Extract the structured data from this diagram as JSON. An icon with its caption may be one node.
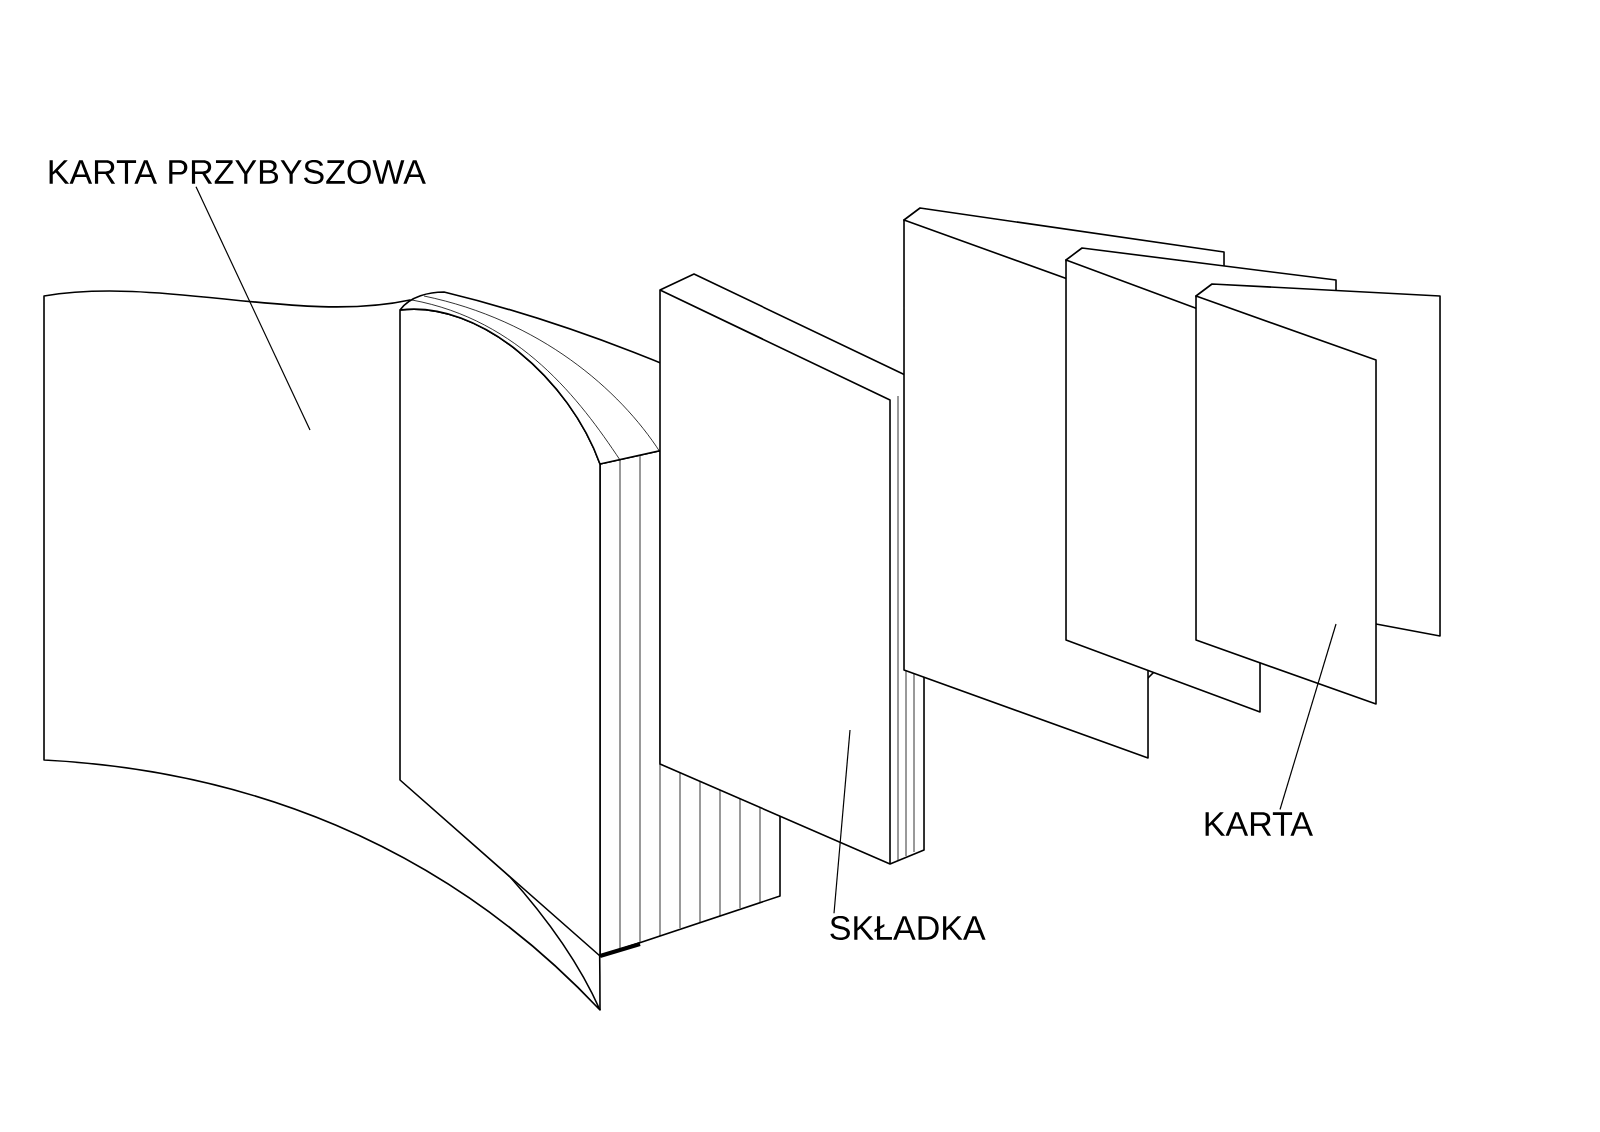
{
  "diagram": {
    "nodes": [
      {
        "text": [
          "KARTA PRZYBYSZOWA"
        ]
      },
      {
        "text": [
          "SKŁADKA"
        ]
      },
      {
        "text": [
          "KARTA"
        ]
      }
    ],
    "edges": [
      {
        "from": 0,
        "to": null,
        "arrow": "none"
      },
      {
        "from": 1,
        "to": null,
        "arrow": "none"
      },
      {
        "from": 2,
        "to": null,
        "arrow": "none"
      }
    ]
  }
}
